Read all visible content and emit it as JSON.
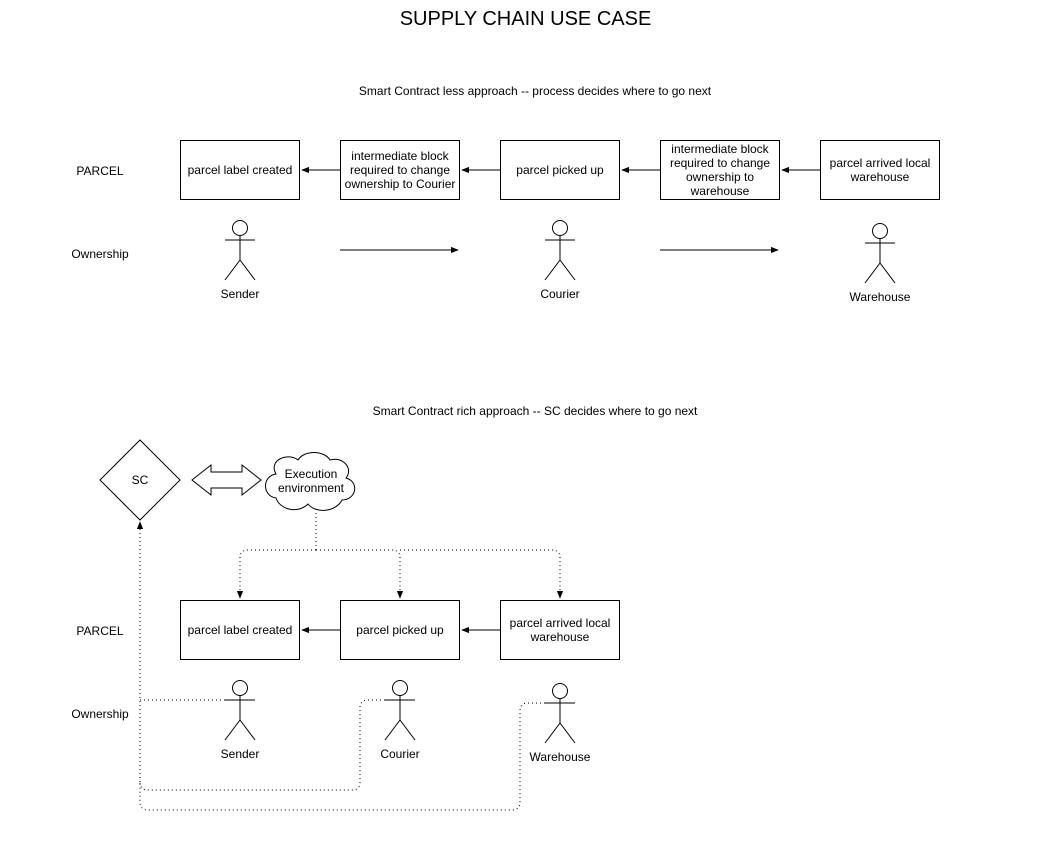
{
  "title": "SUPPLY CHAIN USE CASE",
  "section1": {
    "subtitle": "Smart Contract less approach -- process decides where to go next",
    "parcel_label": "PARCEL",
    "ownership_label": "Ownership",
    "boxes": [
      "parcel label created",
      "intermediate block required to change ownership to Courier",
      "parcel picked up",
      "intermediate block required to change ownership to warehouse",
      "parcel arrived local warehouse"
    ],
    "actors": [
      "Sender",
      "Courier",
      "Warehouse"
    ]
  },
  "section2": {
    "subtitle": "Smart Contract rich approach -- SC decides where to go next",
    "sc_label": "SC",
    "cloud_label": "Execution environment",
    "parcel_label": "PARCEL",
    "ownership_label": "Ownership",
    "boxes": [
      "parcel label created",
      "parcel picked up",
      "parcel arrived local warehouse"
    ],
    "actors": [
      "Sender",
      "Courier",
      "Warehouse"
    ]
  },
  "colors": {
    "stroke": "#000000",
    "background": "#ffffff"
  }
}
